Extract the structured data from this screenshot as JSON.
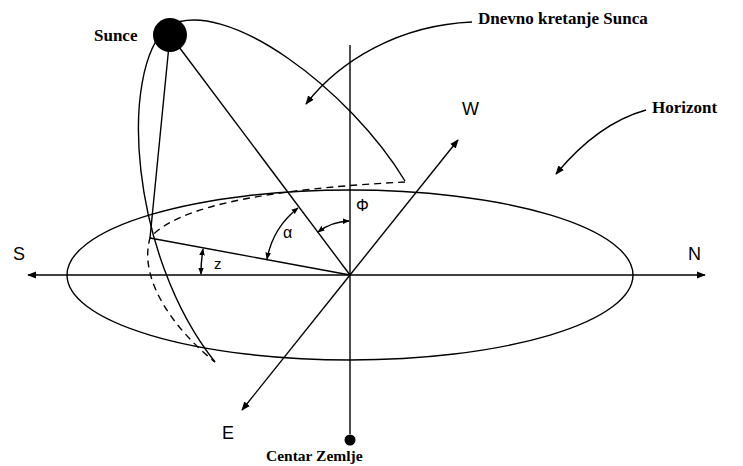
{
  "diagram": {
    "labels": [
      "Sunce",
      "Dnevno kretanje Sunca",
      "Horizont",
      "S",
      "N",
      "W",
      "E",
      "Φ",
      "α",
      "z",
      "Centar Zemlje"
    ]
  }
}
